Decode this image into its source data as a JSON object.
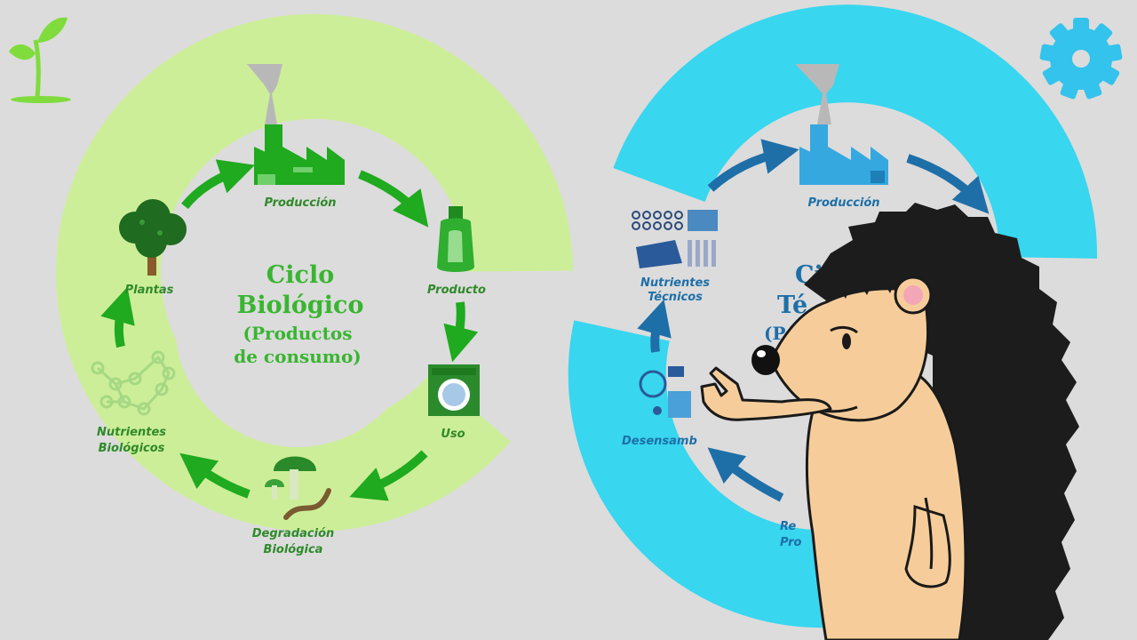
{
  "colors": {
    "background": "#dcdcdc",
    "bio_ring": "#cdee98",
    "bio_accent": "#1faa1f",
    "bio_text": "#39b531",
    "bio_label": "#2f8a2a",
    "tech_ring": "#38d6ef",
    "tech_accent": "#1e6fa8",
    "tech_icon": "#35a8e0",
    "settings": "#33c3ec",
    "sprout": "#7fdc3c"
  },
  "icons": {
    "top_left": "sprout-icon",
    "top_right": "gear-icon"
  },
  "bio": {
    "title_line1": "Ciclo",
    "title_line2": "Biológico",
    "title_line3": "(Productos",
    "title_line4": "de consumo)",
    "stages": {
      "production": "Producción",
      "product": "Producto",
      "use": "Uso",
      "degradation_line1": "Degradación",
      "degradation_line2": "Biológica",
      "nutrients_line1": "Nutrientes",
      "nutrients_line2": "Biológicos",
      "plants": "Plantas"
    }
  },
  "tech": {
    "title_line1": "Ci",
    "title_line2": "Té",
    "title_line3": "(P",
    "stages": {
      "production": "Producción",
      "nutrients_line1": "Nutrientes",
      "nutrients_line2": "Técnicos",
      "disassembly": "Desensamb",
      "return_line1": "Re",
      "return_line2": "Pro"
    }
  }
}
